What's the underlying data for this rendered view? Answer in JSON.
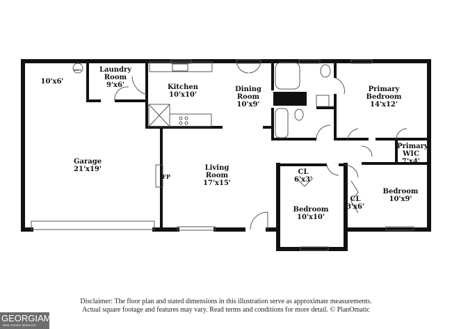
{
  "rooms": {
    "storage": {
      "dim": "10'x6'"
    },
    "hwc": "HWC",
    "laundry": {
      "name": "Laundry Room",
      "dim": "9'x6'"
    },
    "kitchen": {
      "name": "Kitchen",
      "dim": "10'x10'"
    },
    "dining": {
      "name": "Dining Room",
      "dim": "10'x9'"
    },
    "primary_bedroom": {
      "name": "Primary Bedroom",
      "dim": "14'x12'"
    },
    "primary_wic": {
      "name": "Primary WIC",
      "dim": "7'x4'"
    },
    "garage": {
      "name": "Garage",
      "dim": "21'x19'"
    },
    "fp": "FP",
    "living": {
      "name": "Living Room",
      "dim": "17'x15'"
    },
    "cl1": {
      "name": "CL",
      "dim": "6'x3'"
    },
    "cl2": {
      "name": "CL",
      "dim": "3'x6'"
    },
    "bedroom1": {
      "name": "Bedroom",
      "dim": "10'x10'"
    },
    "bedroom2": {
      "name": "Bedroom",
      "dim": "10'x9'"
    }
  },
  "disclaimer": {
    "line1": "Disclaimer: The floor plan and stated dimensions in this illustration serve as approximate measurements.",
    "line2": "Actual square footage and features may vary. Read terms and conditions for more detail. © PlanOmatic"
  },
  "logo": {
    "text": "GEORGIAMLS",
    "sub": "REAL ESTATE SERVICES"
  }
}
